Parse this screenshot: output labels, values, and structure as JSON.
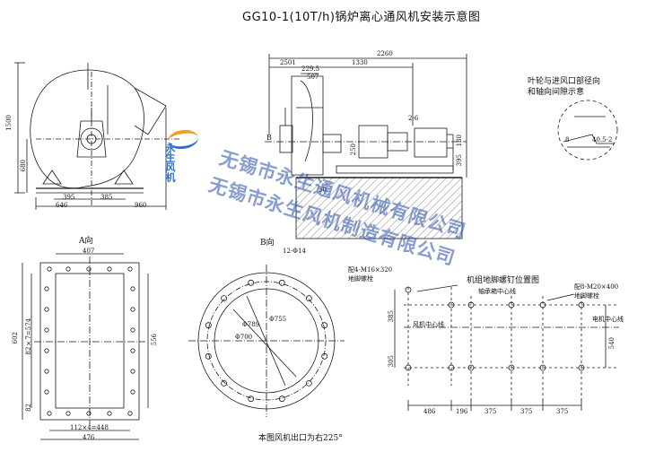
{
  "title": "GG10-1(10T/h)锅炉离心通风机安装示意图",
  "front_view": {
    "dim_1500": "1500",
    "dim_680": "680",
    "dim_395": "395",
    "dim_385": "385",
    "dim_646": "646",
    "dim_960": "960"
  },
  "side_view": {
    "dim_2260": "2260",
    "dim_2501": "2501",
    "dim_1330": "1330",
    "dim_229_5": "229.5",
    "dim_507": "507",
    "dim_2_6": "2-6",
    "dim_250": "250",
    "dim_395": "395",
    "dim_180": "180",
    "dim_50": "50",
    "label_b": "B"
  },
  "impeller_note": {
    "line1": "叶轮与进风口部径向",
    "line2": "和轴向间隙示意",
    "dim_8": "8",
    "dim_gap": "40.5-2"
  },
  "view_a": {
    "label": "A向",
    "dim_407": "407",
    "dim_602": "602",
    "dim_82x7": "82×7=574",
    "dim_556": "556",
    "dim_82": "82",
    "dim_112x4": "112×4=448",
    "dim_476": "476"
  },
  "view_b": {
    "label": "B向",
    "dim_holes": "12-Φ14",
    "dim_755": "Φ755",
    "dim_789": "Φ789",
    "dim_700": "Φ700"
  },
  "foundation": {
    "title": "机组地脚螺钉位置图",
    "bearing_center": "轴承箱中心线",
    "fan_center": "风机中心线",
    "motor_center": "电机中心线",
    "bolt_left_1": "配4-M16×320",
    "bolt_left_2": "地脚螺栓",
    "bolt_right_1": "配8-M20×400",
    "bolt_right_2": "地脚螺栓",
    "dim_385": "385",
    "dim_305": "305",
    "dim_540": "540",
    "dim_486": "486",
    "dim_196": "196",
    "dim_375": "375"
  },
  "footer_note": "本图风机出口为右225°",
  "watermark": {
    "line1": "无锡市永生通风机械有限公司",
    "line2": "无锡市永生风机制造有限公司",
    "logo": "永生风机"
  },
  "colors": {
    "line": "#1a1a1a",
    "watermark": "#2a4fa8",
    "logo": "#2a6fd0"
  }
}
